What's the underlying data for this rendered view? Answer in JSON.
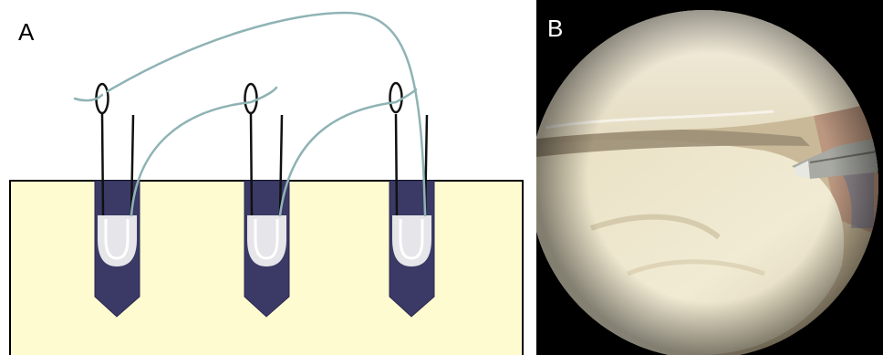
{
  "panels": {
    "a": {
      "label": "A",
      "colors": {
        "bone": "#fffbd0",
        "anchor_body": "#3b3a66",
        "anchor_eyelet": "#e6e6ea",
        "suture": "#8fb3b5",
        "suture_limb": "#111111",
        "outline": "#000000"
      },
      "anchors": [
        {
          "id": 1
        },
        {
          "id": 2
        },
        {
          "id": 3
        }
      ]
    },
    "b": {
      "label": "B",
      "colors": {
        "background": "#000000",
        "tissue_upper": "#f1ecdc",
        "tissue_lower": "#ebe4c7",
        "shadow": "#9c8f76",
        "instrument": "#a8aaa3"
      }
    }
  }
}
